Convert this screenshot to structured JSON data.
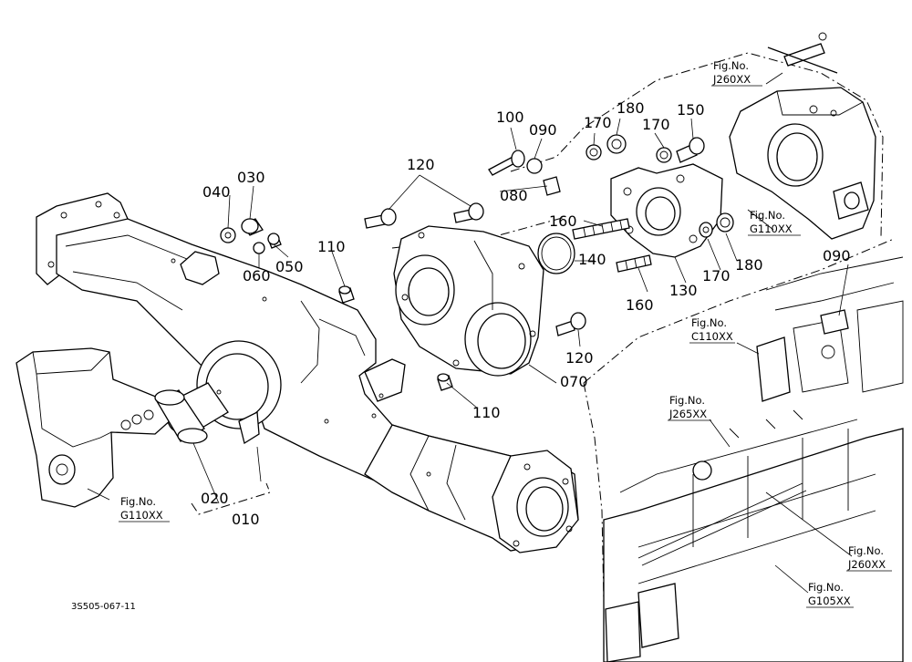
{
  "part_labels": {
    "p010": "010",
    "p020": "020",
    "p030": "030",
    "p040": "040",
    "p050": "050",
    "p060": "060",
    "p070": "070",
    "p080": "080",
    "p090a": "090",
    "p090b": "090",
    "p100": "100",
    "p110a": "110",
    "p110b": "110",
    "p120a": "120",
    "p120b": "120",
    "p130": "130",
    "p140": "140",
    "p150": "150",
    "p160a": "160",
    "p160b": "160",
    "p170a": "170",
    "p170b": "170",
    "p170c": "170",
    "p180a": "180",
    "p180b": "180"
  },
  "figure_refs": {
    "j260_top": {
      "label": "Fig.No.",
      "code": "J260XX"
    },
    "g110_right": {
      "label": "Fig.No.",
      "code": "G110XX"
    },
    "c110": {
      "label": "Fig.No.",
      "code": "C110XX"
    },
    "j265": {
      "label": "Fig.No.",
      "code": "J265XX"
    },
    "g110_left": {
      "label": "Fig.No.",
      "code": "G110XX"
    },
    "j260_bottom": {
      "label": "Fig.No.",
      "code": "J260XX"
    },
    "g105": {
      "label": "Fig.No.",
      "code": "G105XX"
    }
  },
  "drawing_code": "3S505-067-11"
}
